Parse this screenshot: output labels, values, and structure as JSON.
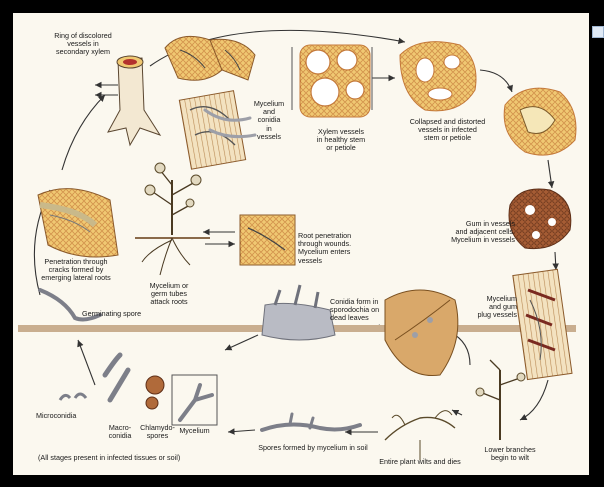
{
  "colors": {
    "frame": "#000000",
    "paper": "#fbf8ef",
    "arrow": "#333333",
    "vessel_fill": "#f0c872",
    "vessel_edge": "#c4793a",
    "gum_fill": "#8a4a2a",
    "mycelium": "#9d9fa8",
    "soil": "#c9ae8f",
    "leaf": "#d9a86a"
  },
  "labels": {
    "ring_vessels": "Ring of discolored\nvessels in\nsecondary xylem",
    "mycelium_conidia": "Mycelium\nand\nconidia\nin\nvessels",
    "xylem_healthy": "Xylem vessels\nin healthy stem\nor petiole",
    "collapsed_vessels": "Collapsed and distorted\nvessels in infected\nstem or petiole",
    "gum_vessels": "Gum in vessels\nand adjacent cells.\nMycelium in vessels",
    "root_penetration": "Root penetration\nthrough wounds.\nMycelium enters\nvessels",
    "penetration_cracks": "Penetration through\ncracks formed by\nemerging lateral roots",
    "germ_tubes": "Mycelium or\ngerm tubes\nattack roots",
    "germinating_spore": "Germinating spore",
    "sporodochia": "Conidia form in\nsporodochia on\ndead leaves",
    "mycelium_gum_plug": "Mycelium\nand gum\nplug vessels",
    "microconidia": "Microconidia",
    "macroconidia": "Macro-\nconidia",
    "chlamydospores": "Chlamydo-\nspores",
    "mycelium": "Mycelium",
    "all_stages": "(All stages present in infected tissues or soil)",
    "spores_soil": "Spores formed by mycelium in soil",
    "plant_wilts": "Entire plant wilts and dies",
    "lower_branches": "Lower branches\nbegin to wilt"
  }
}
